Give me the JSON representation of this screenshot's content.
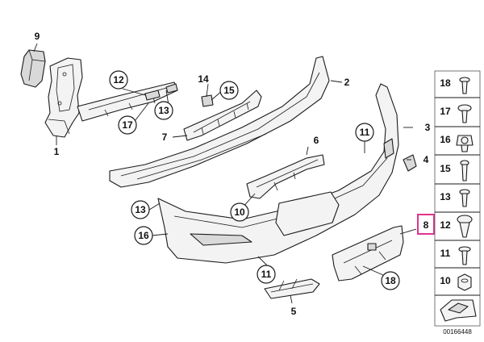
{
  "callouts": {
    "c9": "9",
    "c12": "12",
    "c13a": "13",
    "c17": "17",
    "c14": "14",
    "c15": "15",
    "c11a": "11",
    "c10": "10",
    "c13b": "13",
    "c16": "16",
    "c11b": "11",
    "c18": "18"
  },
  "labels": {
    "l1": "1",
    "l2": "2",
    "l3": "3",
    "l4": "4",
    "l5": "5",
    "l6": "6",
    "l7": "7"
  },
  "highlight_label": "8",
  "legend": [
    "18",
    "17",
    "16",
    "15",
    "13",
    "12",
    "11",
    "10"
  ],
  "catalog_number": "00166448",
  "colors": {
    "highlight": "#e0338c",
    "outline": "#1a1a1a"
  }
}
